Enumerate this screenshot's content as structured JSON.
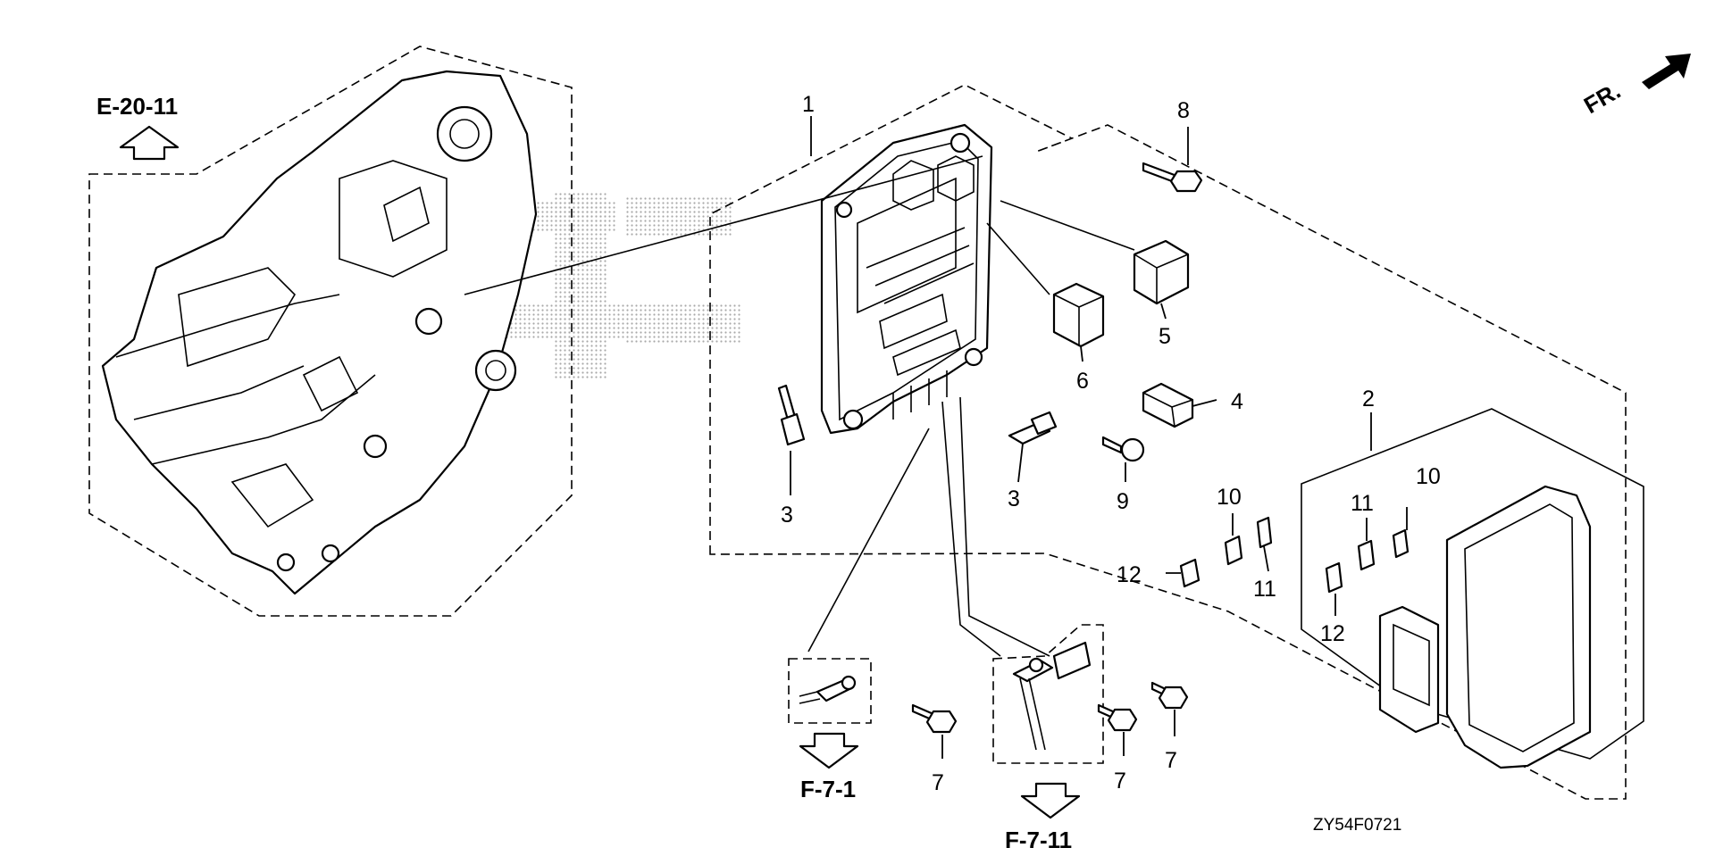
{
  "diagram": {
    "code": "ZY54F0721",
    "direction_label": "FR.",
    "references": {
      "engine": "E-20-11",
      "harness_a": "F-7-1",
      "harness_b": "F-7-11"
    },
    "callouts": {
      "c1": "1",
      "c2": "2",
      "c3a": "3",
      "c3b": "3",
      "c4": "4",
      "c5": "5",
      "c6": "6",
      "c7a": "7",
      "c7b": "7",
      "c7c": "7",
      "c8": "8",
      "c9": "9",
      "c10a": "10",
      "c10b": "10",
      "c11a": "11",
      "c11b": "11",
      "c12a": "12",
      "c12b": "12"
    }
  }
}
